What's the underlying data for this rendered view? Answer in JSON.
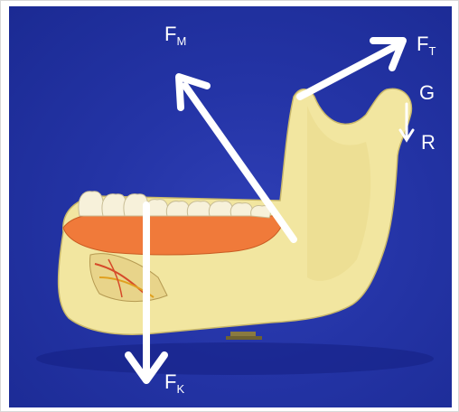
{
  "figure": {
    "labels": {
      "fm": {
        "main": "F",
        "sub": "M"
      },
      "ft": {
        "main": "F",
        "sub": "T"
      },
      "fk": {
        "main": "F",
        "sub": "K"
      },
      "g": "G",
      "r": "R"
    },
    "colors": {
      "background": "#2434a6",
      "bone": "#f2e6a0",
      "gum": "#f07a3a",
      "teeth": "#f7f1da",
      "arrow": "#ffffff"
    }
  }
}
